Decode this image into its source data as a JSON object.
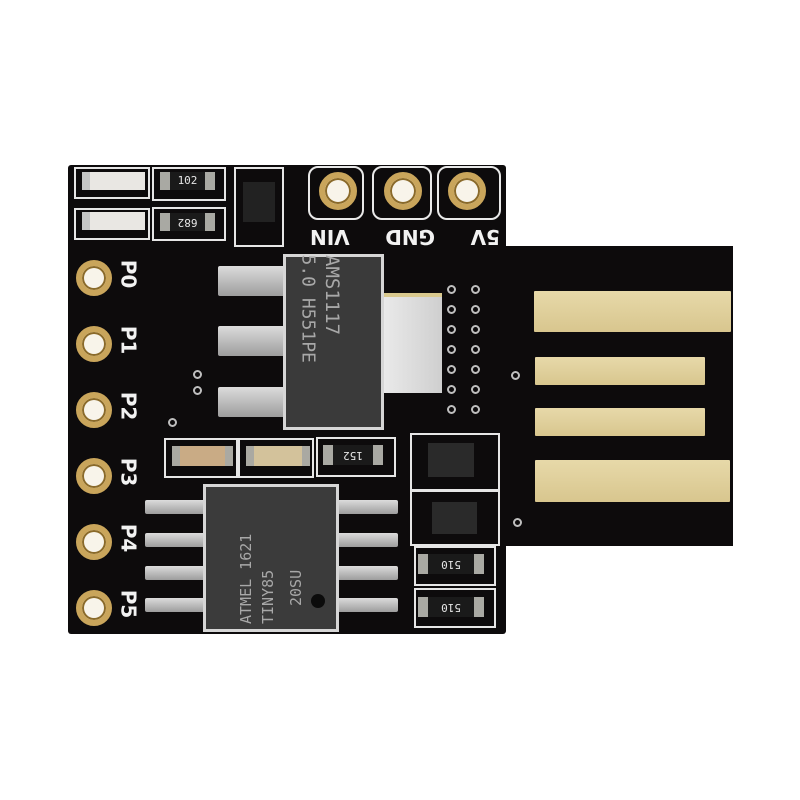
{
  "product": {
    "description": "Digispark ATtiny85 USB development board, top view, black PCB"
  },
  "header_pins": {
    "labels": [
      "VIN",
      "GND",
      "5V"
    ]
  },
  "side_pins": {
    "labels": [
      "P0",
      "P1",
      "P2",
      "P3",
      "P4",
      "P5"
    ]
  },
  "components": {
    "regulator": {
      "line1": "AMS1117",
      "line2": "5.0 H551PE"
    },
    "mcu": {
      "line1": "ATMEL 1621",
      "line2": "TINY85",
      "line3": "20SU"
    },
    "resistors": {
      "r_top": "102",
      "r_second": "682",
      "r_mid": "152",
      "r_bottom1": "510",
      "r_bottom2": "510"
    }
  },
  "colors": {
    "pcb": "#0d0b0c",
    "silkscreen": "#f2f2f2",
    "gold_contacts": "#dccb93",
    "pad_ring": "#c9a55b",
    "background": "#ffffff"
  }
}
